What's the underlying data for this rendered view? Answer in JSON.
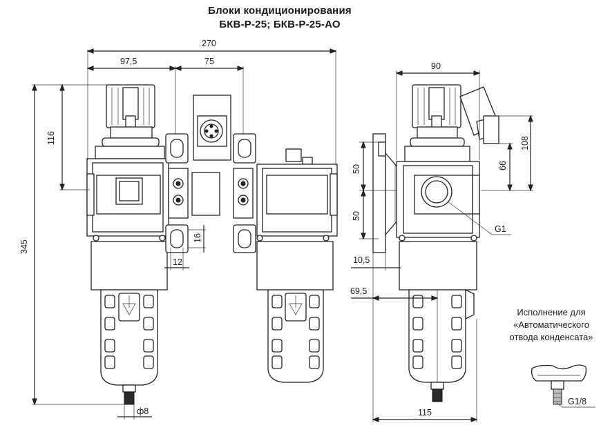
{
  "title": {
    "line1": "Блоки кондиционирования",
    "line2": "БКВ-Р-25; БКВ-Р-25-АО"
  },
  "note": {
    "line1": "Исполнение для",
    "line2": "«Автоматического",
    "line3": "отвода конденсата»"
  },
  "dimensions": {
    "total_width": "270",
    "left_width": "97,5",
    "mid_width": "75",
    "height_top": "116",
    "height_total": "345",
    "slot_h": "16",
    "slot_w": "12",
    "diameter": "ф8",
    "side_width": "90",
    "side_h108": "108",
    "side_h66": "66",
    "side_h50a": "50",
    "side_h50b": "50",
    "thread": "G1",
    "offset_10": "10,5",
    "offset_69": "69,5",
    "base_width": "115",
    "thread_small": "G1/8"
  }
}
